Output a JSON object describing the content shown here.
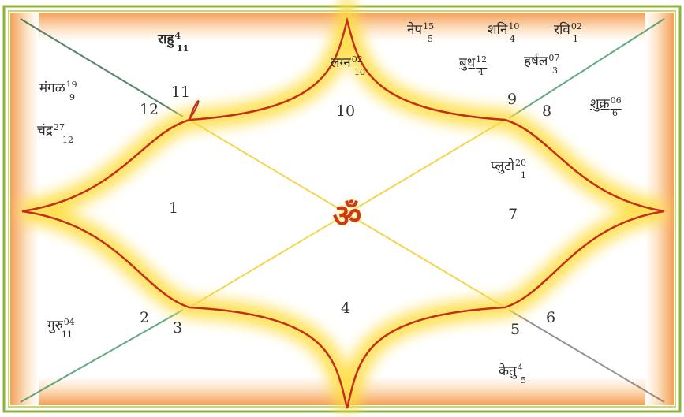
{
  "chart": {
    "center_symbol": "ॐ",
    "houses": [
      {
        "num": "10"
      },
      {
        "num": "11"
      },
      {
        "num": "12"
      },
      {
        "num": "1"
      },
      {
        "num": "2"
      },
      {
        "num": "3"
      },
      {
        "num": "4"
      },
      {
        "num": "5"
      },
      {
        "num": "6"
      },
      {
        "num": "7"
      },
      {
        "num": "8"
      },
      {
        "num": "9"
      }
    ],
    "planets": [
      {
        "name": "राहु",
        "sup": "4",
        "sub": "11"
      },
      {
        "name": "मंगळ",
        "sup": "19",
        "sub": "9"
      },
      {
        "name": "चंद्र",
        "sup": "27",
        "sub": "12"
      },
      {
        "name": "लग्न",
        "sup": "02",
        "sub": "10"
      },
      {
        "name": "नेप",
        "sup": "15",
        "sub": "5"
      },
      {
        "name": "शनि",
        "sup": "10",
        "sub": "4"
      },
      {
        "name": "रवि",
        "sup": "02",
        "sub": "1"
      },
      {
        "name": "बुध",
        "sup": "12",
        "sub": "4"
      },
      {
        "name": "हर्षल",
        "sup": "07",
        "sub": "3"
      },
      {
        "name": "शुक्र",
        "sup": "06",
        "sub": "6"
      },
      {
        "name": "प्लुटो",
        "sup": "20",
        "sub": "1"
      },
      {
        "name": "गुरु",
        "sup": "04",
        "sub": "11"
      },
      {
        "name": "केतु",
        "sup": "4",
        "sub": "5"
      }
    ],
    "colors": {
      "outer_border": "#8fb23a",
      "frame_orange": "#f39a4c",
      "glow_yellow": "#ffe86a",
      "lotus_red": "#c0301c",
      "om_red": "#d0381b",
      "diagonal_green": "#2e8b57"
    }
  }
}
